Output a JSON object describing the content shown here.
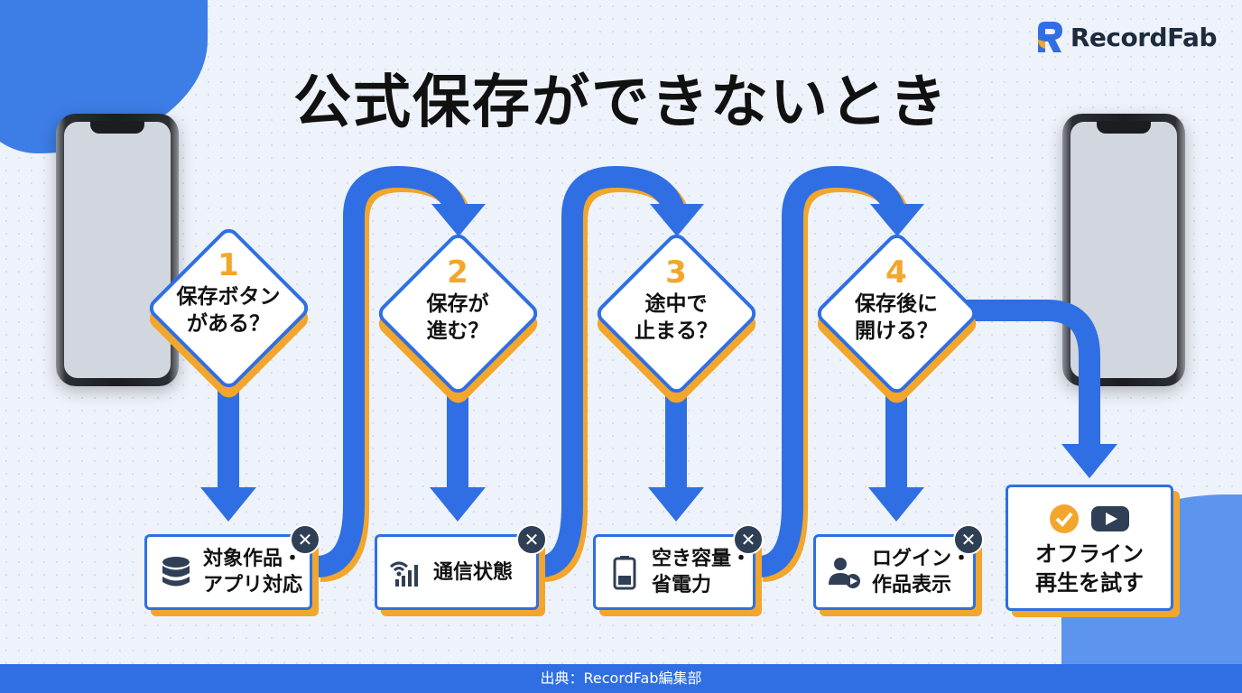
{
  "title": "公式保存ができないとき",
  "brand": {
    "name": "RecordFab"
  },
  "steps": [
    {
      "num": "1",
      "question": "保存ボタン\nがある？"
    },
    {
      "num": "2",
      "question": "保存が\n進む？"
    },
    {
      "num": "3",
      "question": "途中で\n止まる？"
    },
    {
      "num": "4",
      "question": "保存後に\n開ける？"
    }
  ],
  "checks": [
    {
      "label": "対象作品・\nアプリ対応",
      "icon": "database-icon"
    },
    {
      "label": "通信状態",
      "icon": "signal-icon"
    },
    {
      "label": "空き容量・\n省電力",
      "icon": "battery-icon"
    },
    {
      "label": "ログイン・\n作品表示",
      "icon": "user-play-icon"
    }
  ],
  "x_mark": "✕",
  "final": {
    "label": "オフライン\n再生を試す",
    "icons": [
      "check-circle-icon",
      "play-icon"
    ]
  },
  "footer": "出典：RecordFab編集部",
  "colors": {
    "primary": "#2f6fe3",
    "accent": "#f2a62b",
    "badge": "#2f3f55"
  }
}
